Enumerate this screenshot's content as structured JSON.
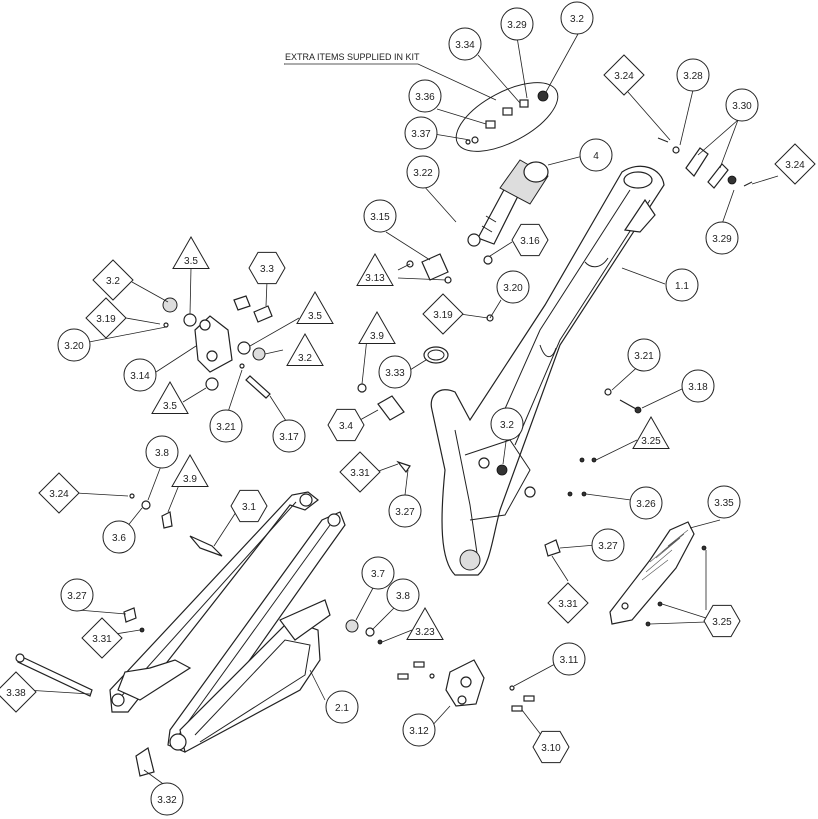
{
  "kit_note": "EXTRA ITEMS SUPPLIED IN KIT",
  "callouts": [
    {
      "label": "3.2"
    },
    {
      "label": "3.29"
    },
    {
      "label": "3.34"
    },
    {
      "label": "3.36"
    },
    {
      "label": "3.37"
    },
    {
      "label": "4"
    },
    {
      "label": "3.22"
    },
    {
      "label": "3.24"
    },
    {
      "label": "3.28"
    },
    {
      "label": "3.30"
    },
    {
      "label": "3.24"
    },
    {
      "label": "3.29"
    },
    {
      "label": "3.15"
    },
    {
      "label": "3.16"
    },
    {
      "label": "3.13"
    },
    {
      "label": "3.5"
    },
    {
      "label": "3.3"
    },
    {
      "label": "3.2"
    },
    {
      "label": "3.19"
    },
    {
      "label": "3.20"
    },
    {
      "label": "3.5"
    },
    {
      "label": "3.2"
    },
    {
      "label": "3.14"
    },
    {
      "label": "3.5"
    },
    {
      "label": "3.21"
    },
    {
      "label": "3.17"
    },
    {
      "label": "3.20"
    },
    {
      "label": "3.19"
    },
    {
      "label": "1.1"
    },
    {
      "label": "3.9"
    },
    {
      "label": "3.33"
    },
    {
      "label": "3.4"
    },
    {
      "label": "3.21"
    },
    {
      "label": "3.18"
    },
    {
      "label": "3.2"
    },
    {
      "label": "3.25"
    },
    {
      "label": "3.31"
    },
    {
      "label": "3.27"
    },
    {
      "label": "3.26"
    },
    {
      "label": "3.8"
    },
    {
      "label": "3.9"
    },
    {
      "label": "3.24"
    },
    {
      "label": "3.6"
    },
    {
      "label": "3.1"
    },
    {
      "label": "3.35"
    },
    {
      "label": "3.27"
    },
    {
      "label": "3.31"
    },
    {
      "label": "3.7"
    },
    {
      "label": "3.8"
    },
    {
      "label": "3.23"
    },
    {
      "label": "3.25"
    },
    {
      "label": "3.27"
    },
    {
      "label": "3.31"
    },
    {
      "label": "3.11"
    },
    {
      "label": "3.38"
    },
    {
      "label": "2.1"
    },
    {
      "label": "3.12"
    },
    {
      "label": "3.10"
    },
    {
      "label": "3.32"
    }
  ]
}
